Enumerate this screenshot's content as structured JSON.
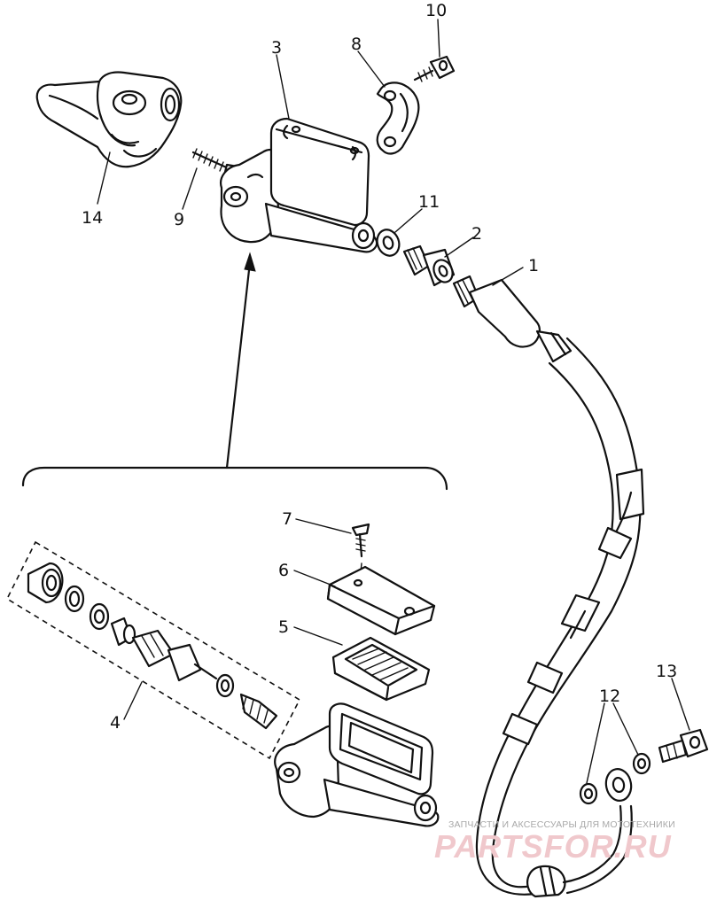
{
  "callouts": [
    {
      "id": "1",
      "label": "1"
    },
    {
      "id": "2",
      "label": "2"
    },
    {
      "id": "3",
      "label": "3"
    },
    {
      "id": "4",
      "label": "4"
    },
    {
      "id": "5",
      "label": "5"
    },
    {
      "id": "6",
      "label": "6"
    },
    {
      "id": "7",
      "label": "7"
    },
    {
      "id": "8",
      "label": "8"
    },
    {
      "id": "9",
      "label": "9"
    },
    {
      "id": "10",
      "label": "10"
    },
    {
      "id": "11",
      "label": "11"
    },
    {
      "id": "12",
      "label": "12"
    },
    {
      "id": "13",
      "label": "13"
    },
    {
      "id": "14",
      "label": "14"
    }
  ],
  "watermark": {
    "caption": "ЗАПЧАСТИ И АКСЕССУАРЫ ДЛЯ МОТОТЕХНИКИ",
    "logo": "PARTSFOR.RU",
    "color": "#f0c8cc"
  }
}
